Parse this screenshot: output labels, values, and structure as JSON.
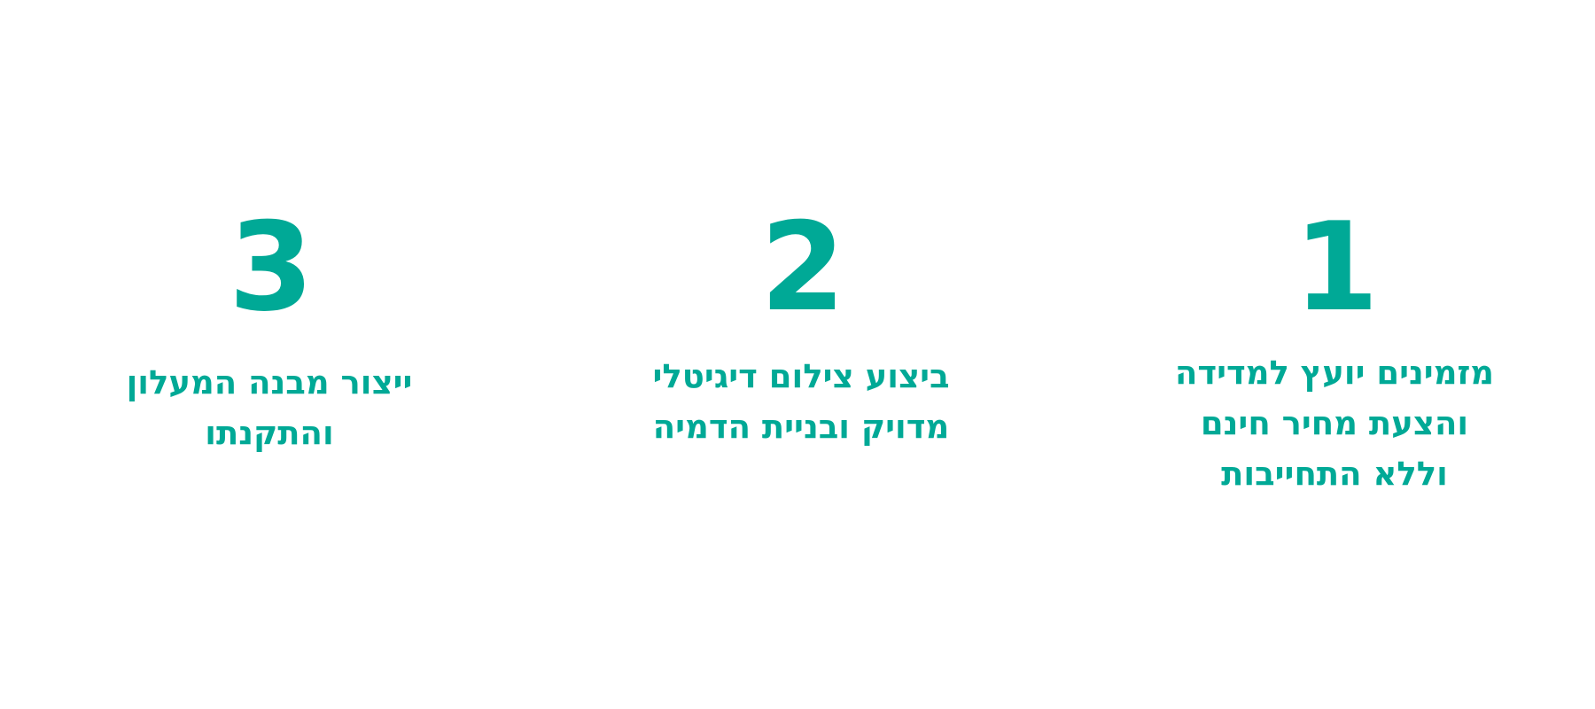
{
  "accent_color": "#00A996",
  "steps": [
    {
      "number": "3",
      "lines": [
        "ייצור מבנה המעלון",
        "והתקנתו"
      ]
    },
    {
      "number": "2",
      "lines": [
        "ביצוע צילום דיגיטלי",
        "מדויק ובניית הדמיה"
      ]
    },
    {
      "number": "1",
      "lines": [
        "מזמינים יועץ למדידה",
        "והצעת מחיר חינם",
        "וללא התחייבות"
      ]
    }
  ]
}
